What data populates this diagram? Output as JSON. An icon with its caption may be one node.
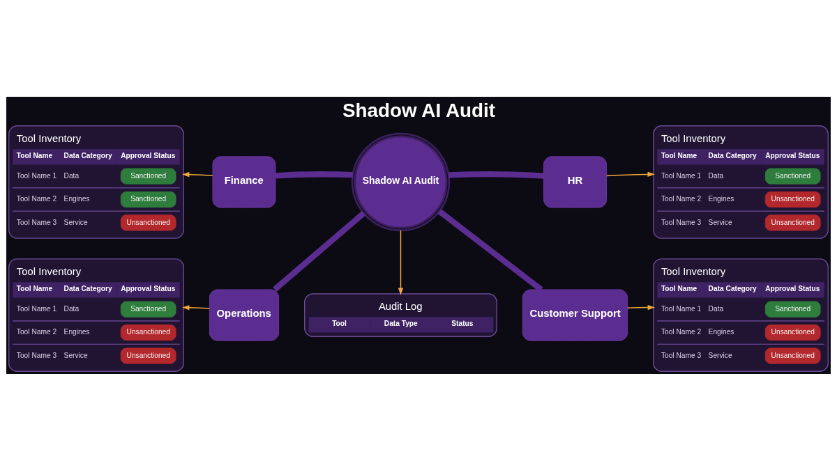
{
  "diagram": {
    "title": "Shadow AI Audit",
    "nodes": [
      {
        "text": [
          "Shadow AI Audit"
        ]
      },
      {
        "text": [
          "Finance"
        ]
      },
      {
        "text": [
          "HR"
        ]
      },
      {
        "text": [
          "Operations"
        ]
      },
      {
        "text": [
          "Customer Support"
        ]
      },
      {
        "text": [
          "Tool Inventory",
          "Tool Name",
          "Data Category",
          "Approval Status",
          "Tool Name 1",
          "Data",
          "Sanctioned",
          "Tool Name 2",
          "Engines",
          "Sanctioned",
          "Tool Name 3",
          "Service",
          "Unsanctioned"
        ]
      },
      {
        "text": [
          "Tool Inventory",
          "Tool Name",
          "Data Category",
          "Approval Status",
          "Tool Name 1",
          "Data",
          "Sanctioned",
          "Tool Name 2",
          "Engines",
          "Unsanctioned",
          "Tool Name 3",
          "Service",
          "Unsanctioned"
        ]
      },
      {
        "text": [
          "Tool Inventory",
          "Tool Name",
          "Data Category",
          "Approval Status",
          "Tool Name 1",
          "Data",
          "Sanctioned",
          "Tool Name 2",
          "Engines",
          "Unsanctioned",
          "Tool Name 3",
          "Service",
          "Unsanctioned"
        ]
      },
      {
        "text": [
          "Tool Inventory",
          "Tool Name",
          "Data Category",
          "Approval Status",
          "Tool Name 1",
          "Data",
          "Sanctioned",
          "Tool Name 2",
          "Engines",
          "Unsanctioned",
          "Tool Name 3",
          "Service",
          "Unsanctioned"
        ]
      },
      {
        "text": [
          "Audit Log",
          "Tool",
          "Data Type",
          "Status"
        ]
      }
    ],
    "edges": [
      {
        "from": 0,
        "to": 1,
        "arrow": "none",
        "style": "thick",
        "color": "#5c2d91"
      },
      {
        "from": 0,
        "to": 2,
        "arrow": "none",
        "style": "thick",
        "color": "#5c2d91"
      },
      {
        "from": 0,
        "to": 3,
        "arrow": "none",
        "style": "thick",
        "color": "#5c2d91"
      },
      {
        "from": 0,
        "to": 4,
        "arrow": "none",
        "style": "thick",
        "color": "#5c2d91"
      },
      {
        "from": 1,
        "to": 5,
        "arrow": "to"
      },
      {
        "from": 2,
        "to": 6,
        "arrow": "to"
      },
      {
        "from": 3,
        "to": 7,
        "arrow": "to"
      },
      {
        "from": 4,
        "to": 8,
        "arrow": "to"
      },
      {
        "from": 0,
        "to": 9,
        "arrow": "to"
      }
    ]
  }
}
